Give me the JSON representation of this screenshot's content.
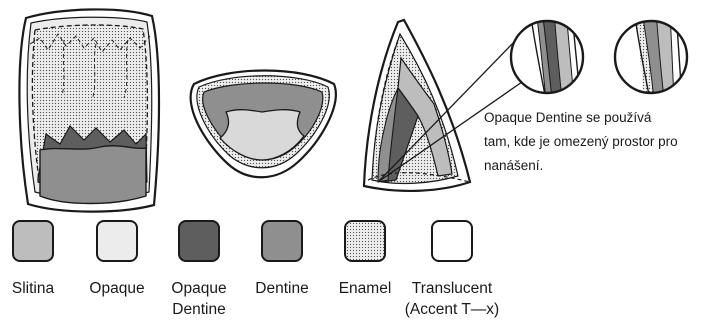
{
  "note": {
    "lines": [
      "Opaque Dentine se používá",
      "tam, kde je omezený prostor pro",
      "nanášení."
    ]
  },
  "legend": [
    {
      "id": "slitina",
      "lines": [
        "Slitina"
      ],
      "fill": "#bdbdbd",
      "pattern": false
    },
    {
      "id": "opaque",
      "lines": [
        "Opaque"
      ],
      "fill": "#ececec",
      "pattern": false
    },
    {
      "id": "opaque-dentine",
      "lines": [
        "Opaque",
        "Dentine"
      ],
      "fill": "#5e5e5e",
      "pattern": false
    },
    {
      "id": "dentine",
      "lines": [
        "Dentine"
      ],
      "fill": "#8f8f8f",
      "pattern": false
    },
    {
      "id": "enamel",
      "lines": [
        "Enamel"
      ],
      "fill": "#dddddd",
      "pattern": true
    },
    {
      "id": "translucent",
      "lines": [
        "Translucent",
        "(Accent T—x)"
      ],
      "fill": "#ffffff",
      "pattern": false
    }
  ]
}
